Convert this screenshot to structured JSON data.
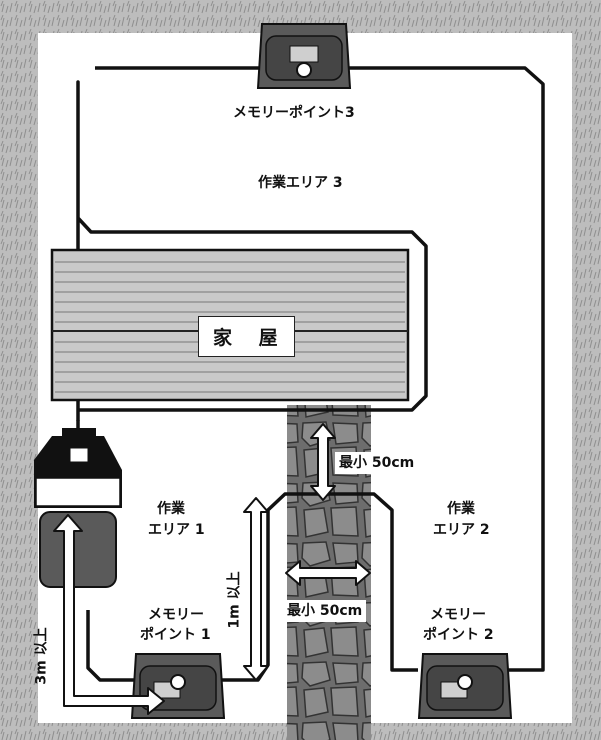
{
  "labels": {
    "memory_point_3": "メモリーポイント3",
    "work_area_3": "作業エリア 3",
    "house": "家 屋",
    "min_50cm_top": "最小 50cm",
    "work_area_1_line1": "作業",
    "work_area_1_line2": "エリア 1",
    "work_area_2_line1": "作業",
    "work_area_2_line2": "エリア 2",
    "min_3m": "3m 以上",
    "min_1m": "1m 以上",
    "min_50cm_bottom": "最小 50cm",
    "memory_point_1_line1": "メモリー",
    "memory_point_1_line2": "ポイント 1",
    "memory_point_2_line1": "メモリー",
    "memory_point_2_line2": "ポイント 2"
  },
  "colors": {
    "grass_border": "#b9b9b9",
    "lawn": "#ffffff",
    "house_fill": "#c8c8c8",
    "path_fill": "#7a7a7a",
    "stone_fill": "#8a8a8a",
    "boundary_wire": "#111111",
    "mower_body": "#555555"
  },
  "icons": {
    "mower": "robotic-mower-icon",
    "charging_station": "charging-station-icon",
    "double_arrow": "double-arrow-icon"
  }
}
